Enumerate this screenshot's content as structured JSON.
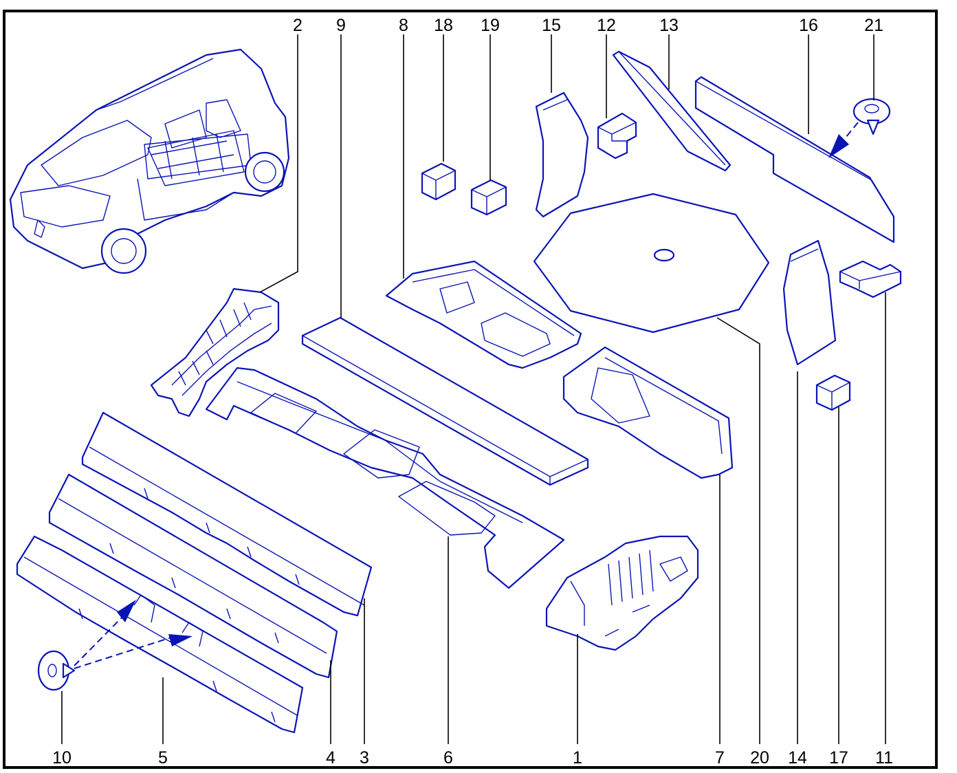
{
  "diagram": {
    "labels": [
      "2",
      "9",
      "8",
      "18",
      "19",
      "15",
      "12",
      "13",
      "16",
      "21",
      "10",
      "5",
      "4",
      "3",
      "6",
      "1",
      "7",
      "20",
      "14",
      "17",
      "11"
    ]
  },
  "colors": {
    "line": "#0a14b4",
    "frame": "#000000",
    "background": "#ffffff"
  }
}
